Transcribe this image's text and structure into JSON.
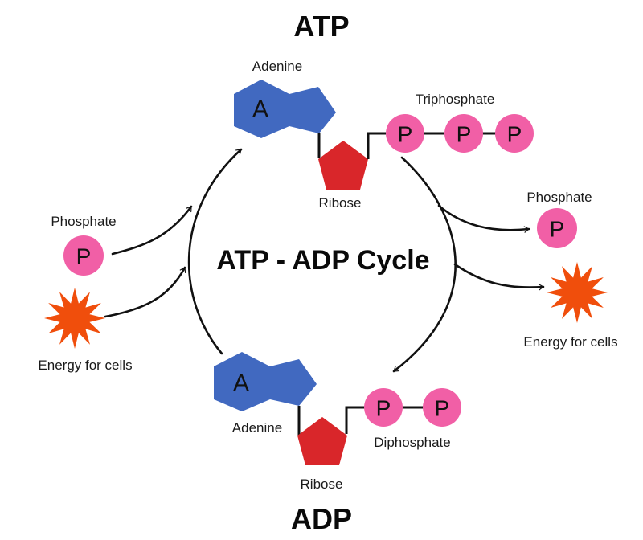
{
  "titles": {
    "top": "ATP",
    "center": "ATP - ADP Cycle",
    "bottom": "ADP"
  },
  "colors": {
    "adenine": "#4169c0",
    "ribose": "#d9262a",
    "phosphate": "#f15fa6",
    "energy": "#f04e0c",
    "line": "#111111"
  },
  "atp": {
    "adenine_label": "Adenine",
    "adenine_symbol": "A",
    "ribose_label": "Ribose",
    "phosphate_group_label": "Triphosphate",
    "phosphates": [
      "P",
      "P",
      "P"
    ]
  },
  "adp": {
    "adenine_label": "Adenine",
    "adenine_symbol": "A",
    "ribose_label": "Ribose",
    "phosphate_group_label": "Diphosphate",
    "phosphates": [
      "P",
      "P"
    ]
  },
  "inputs": {
    "phosphate_label": "Phosphate",
    "phosphate_symbol": "P",
    "energy_label": "Energy for cells"
  },
  "outputs": {
    "phosphate_label": "Phosphate",
    "phosphate_symbol": "P",
    "energy_label": "Energy for cells"
  }
}
